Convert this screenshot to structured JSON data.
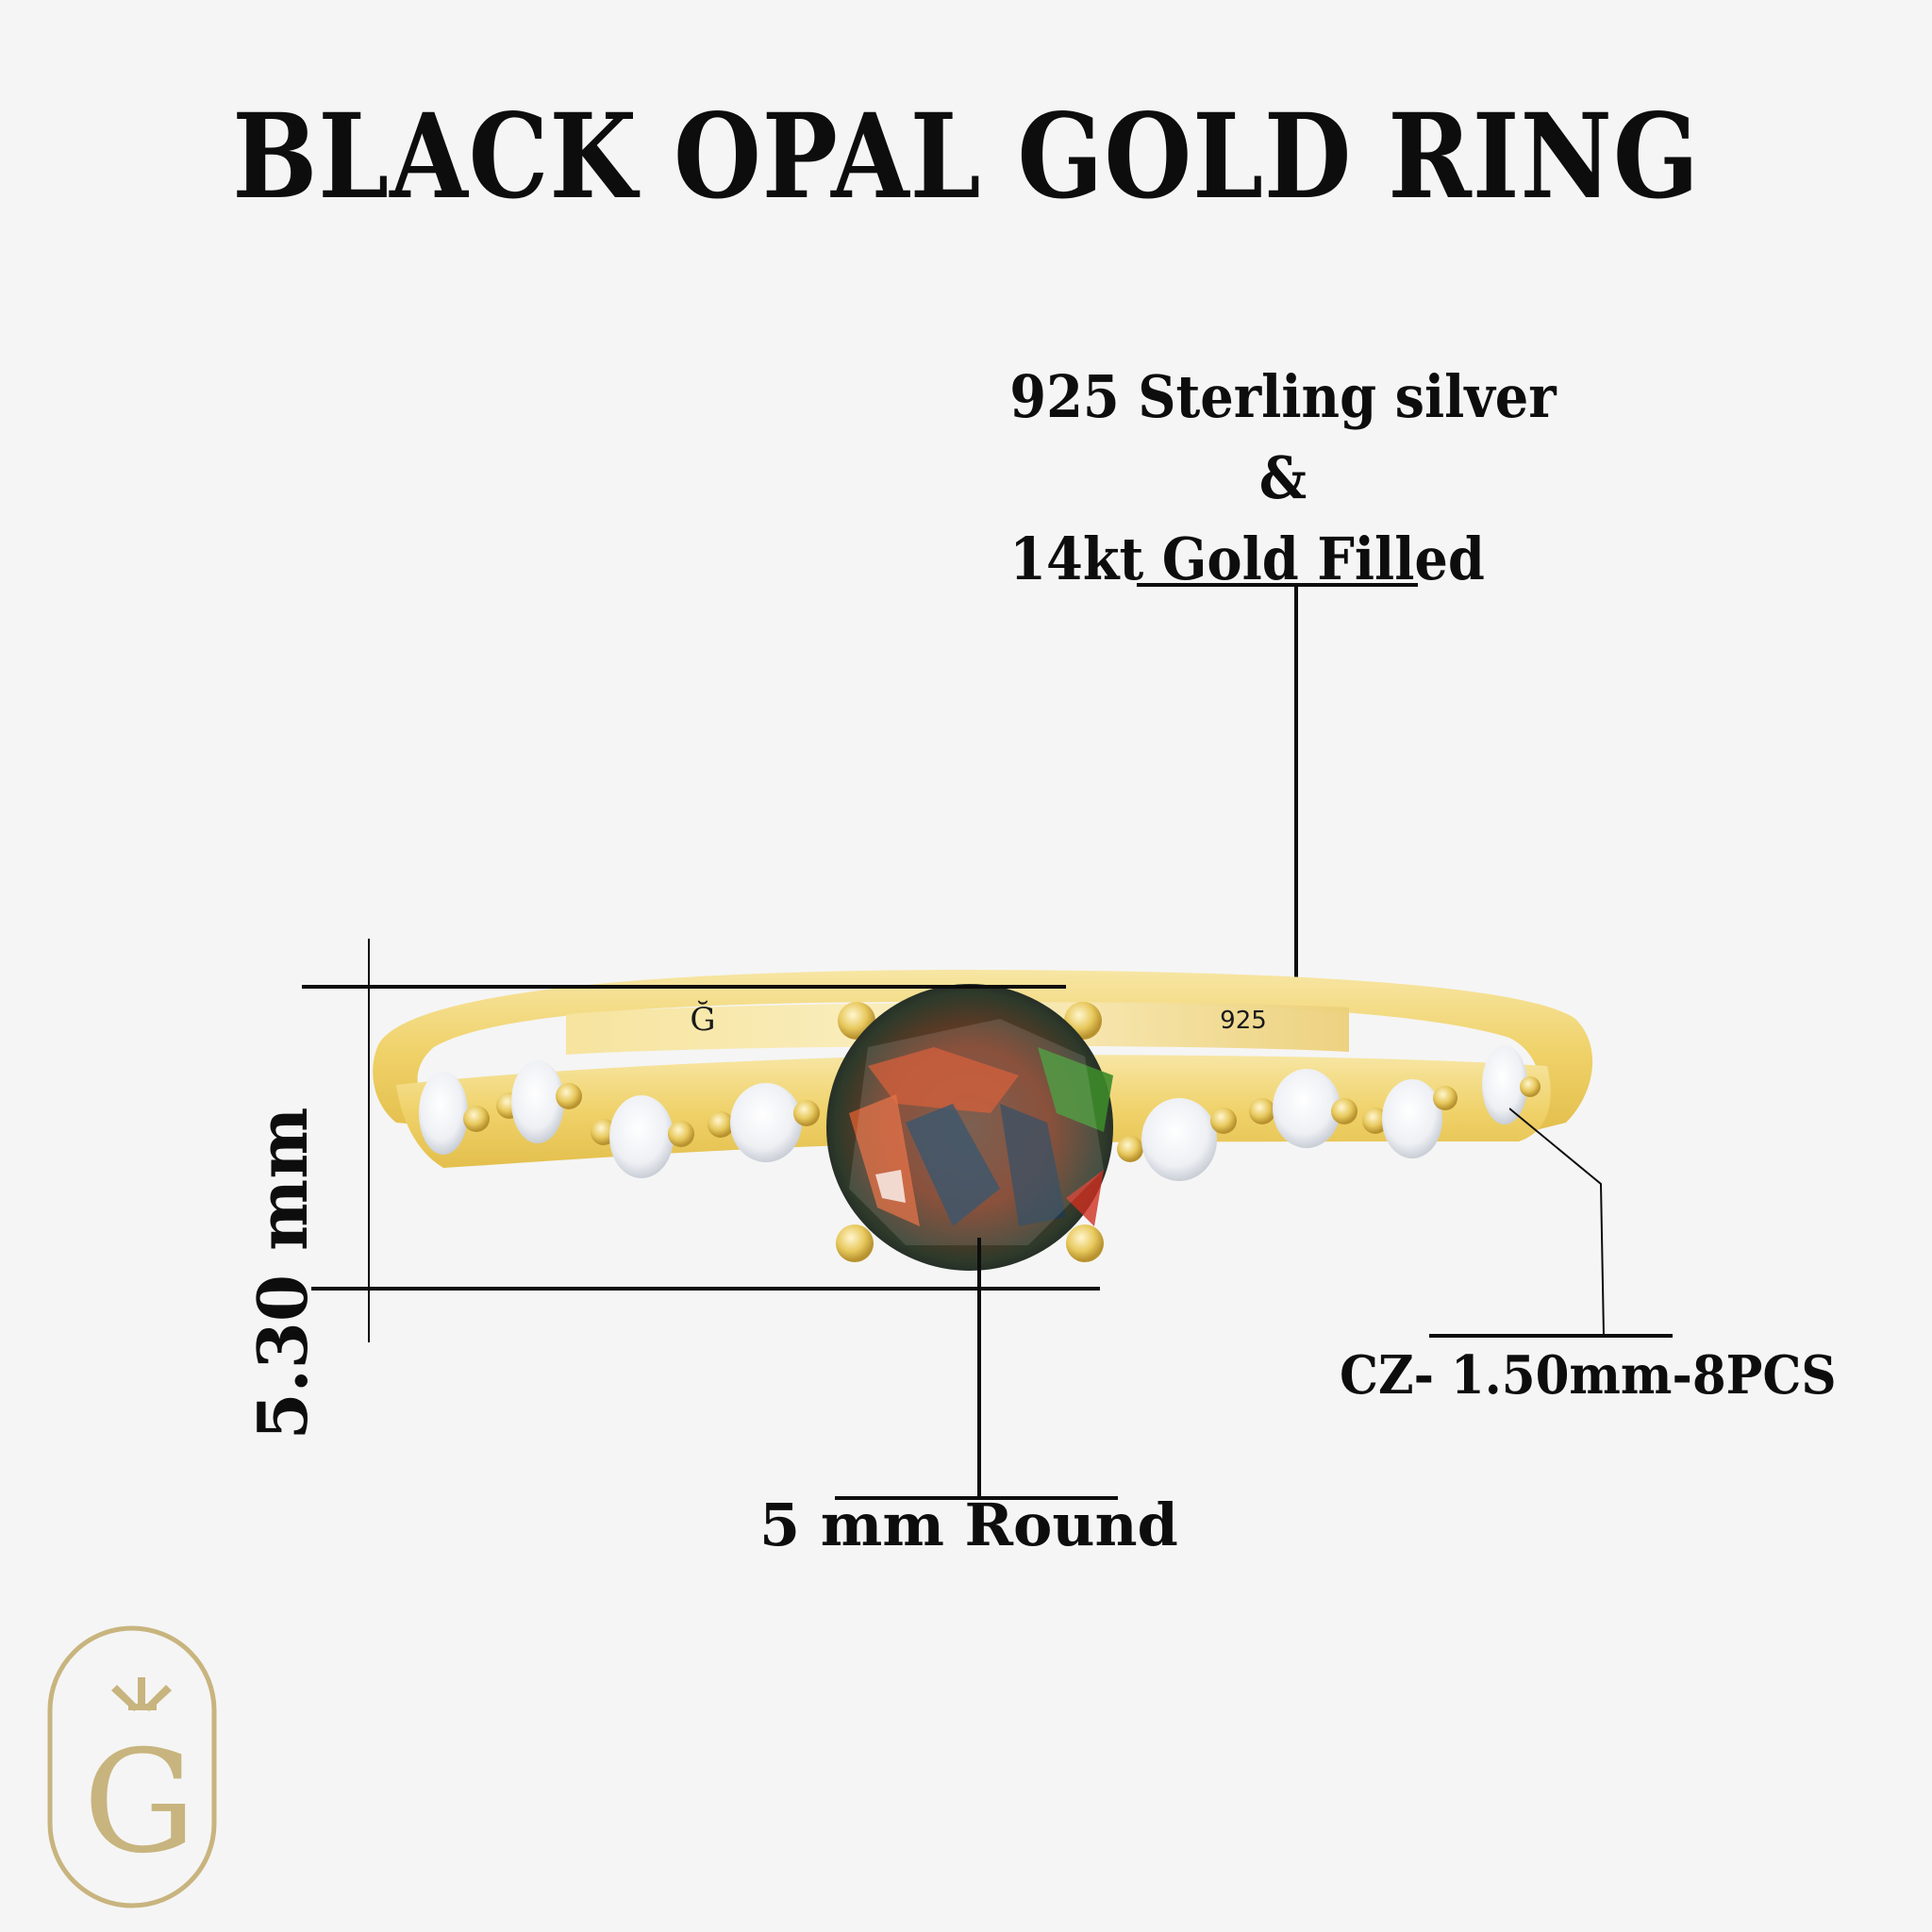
{
  "title": "BLACK OPAL GOLD RING",
  "callouts": {
    "material": {
      "line1": "925 Sterling silver",
      "line2": "&",
      "line3": "14kt Gold Filled"
    },
    "height_dimension": "5.30 mm",
    "center_stone": "5 mm Round",
    "side_stones": "CZ- 1.50mm-8PCS"
  },
  "ring": {
    "engraving_logo": "Ğ",
    "engraving_hallmark": "925",
    "metal_color": "#f2d678",
    "metal_shadow": "#d9b84a",
    "center_stone": "black opal",
    "side_stone_count": 8
  },
  "brand": {
    "logo_letter": "G",
    "logo_color": "#c8b47e"
  }
}
